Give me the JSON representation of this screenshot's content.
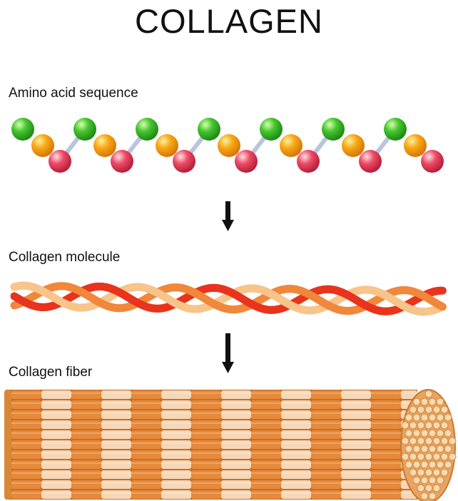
{
  "title": "COLLAGEN",
  "labels": {
    "amino": "Amino acid sequence",
    "molecule": "Collagen molecule",
    "fiber": "Collagen fiber"
  },
  "colors": {
    "green": "#3cc02a",
    "orange": "#f5a213",
    "pink": "#ec3f5c",
    "bond": "#b9c4de",
    "strand_red": "#e8341c",
    "strand_orange": "#f0873a",
    "strand_light": "#f7c48a",
    "fiber_dark": "#e6893a",
    "fiber_light": "#f6d8b8"
  }
}
